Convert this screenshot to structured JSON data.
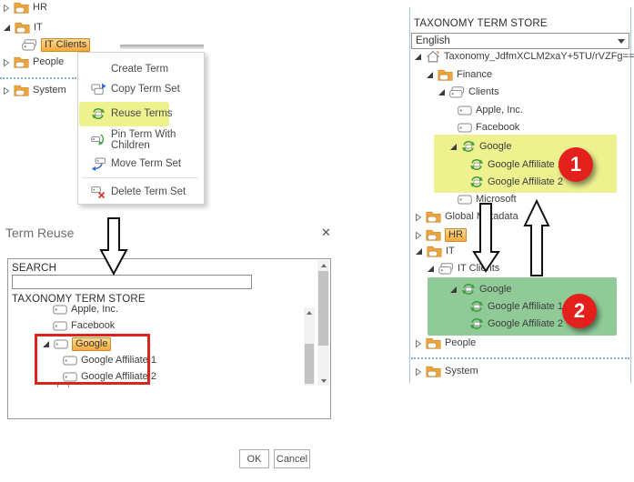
{
  "colors": {
    "highlight_yellow": "#EDF28F",
    "highlight_green": "#90CB97",
    "selection_orange": "#F9A93C",
    "badge_red": "#E3201B",
    "callout_red": "#D8261C",
    "separator_blue": "#7FA9DA"
  },
  "left_tree": {
    "items": [
      {
        "label": "HR",
        "icon": "folder",
        "state": "collapsed"
      },
      {
        "label": "IT",
        "icon": "folder",
        "state": "expanded"
      },
      {
        "label": "IT Clients",
        "icon": "term-set",
        "selected": true
      },
      {
        "label": "People",
        "icon": "folder",
        "state": "collapsed"
      },
      {
        "label": "System",
        "icon": "folder",
        "state": "collapsed"
      }
    ]
  },
  "context_menu": {
    "items": [
      {
        "label": "Create Term"
      },
      {
        "label": "Copy Term Set",
        "icon": "copy-term-set-icon"
      },
      {
        "label": "Reuse Terms",
        "icon": "reuse-terms-icon",
        "highlighted": true
      },
      {
        "label": "Pin Term With Children",
        "icon": "pin-term-icon"
      },
      {
        "label": "Move Term Set",
        "icon": "move-term-set-icon"
      },
      {
        "label": "Delete Term Set",
        "icon": "delete-term-set-icon"
      }
    ]
  },
  "dialog": {
    "title": "Term Reuse",
    "close_glyph": "✕",
    "search_label": "SEARCH",
    "search_value": "",
    "store_heading": "TAXONOMY TERM STORE",
    "tree": [
      {
        "label": "Apple, Inc.",
        "icon": "term"
      },
      {
        "label": "Facebook",
        "icon": "term"
      },
      {
        "label": "Google",
        "icon": "term",
        "selected": true,
        "expanded": true
      },
      {
        "label": "Google Affiliate 1",
        "icon": "term"
      },
      {
        "label": "Google Affiliate 2",
        "icon": "term"
      }
    ],
    "buttons": {
      "ok": "OK",
      "cancel": "Cancel"
    }
  },
  "right_panel": {
    "heading": "TAXONOMY TERM STORE",
    "language": "English",
    "tree": [
      {
        "label": "Taxonomy_JdfmXCLM2xaY+5TU/rVZFg==",
        "icon": "home",
        "state": "expanded"
      },
      {
        "label": "Finance",
        "icon": "folder",
        "state": "expanded"
      },
      {
        "label": "Clients",
        "icon": "term-set",
        "state": "expanded"
      },
      {
        "label": "Apple, Inc.",
        "icon": "term"
      },
      {
        "label": "Facebook",
        "icon": "term"
      },
      {
        "label": "Google",
        "icon": "reused-term",
        "state": "expanded",
        "highlight": "yellow"
      },
      {
        "label": "Google Affiliate 1",
        "icon": "reused-term",
        "highlight": "yellow"
      },
      {
        "label": "Google Affiliate 2",
        "icon": "reused-term",
        "highlight": "yellow"
      },
      {
        "label": "Microsoft",
        "icon": "term"
      },
      {
        "label": "Global Metadata",
        "icon": "folder",
        "state": "collapsed"
      },
      {
        "label": "HR",
        "icon": "folder",
        "state": "collapsed",
        "selected": true
      },
      {
        "label": "IT",
        "icon": "folder",
        "state": "expanded"
      },
      {
        "label": "IT Clients",
        "icon": "term-set",
        "state": "expanded"
      },
      {
        "label": "Google",
        "icon": "reused-term",
        "state": "expanded",
        "highlight": "green"
      },
      {
        "label": "Google Affiliate 1",
        "icon": "reused-term",
        "highlight": "green"
      },
      {
        "label": "Google Affiliate 2",
        "icon": "reused-term",
        "highlight": "green"
      },
      {
        "label": "People",
        "icon": "folder",
        "state": "collapsed"
      },
      {
        "label": "System",
        "icon": "folder",
        "state": "collapsed"
      }
    ],
    "annotations": [
      {
        "label": "1"
      },
      {
        "label": "2"
      }
    ]
  }
}
